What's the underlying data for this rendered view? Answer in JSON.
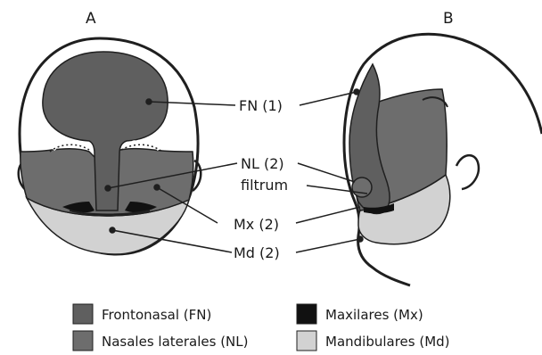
{
  "panels": {
    "a": "A",
    "b": "B"
  },
  "labels": {
    "fn": "FN (1)",
    "nl": "NL (2)",
    "filtrum": "filtrum",
    "mx": "Mx (2)",
    "md": "Md (2)"
  },
  "legend": {
    "fn": "Frontonasal (FN)",
    "nl": "Nasales laterales (NL)",
    "mx": "Maxilares (Mx)",
    "md": "Mandibulares (Md)"
  },
  "colors": {
    "frontonasal": "#5f5f5f",
    "nasales_laterales": "#6d6d6d",
    "maxilares": "#111111",
    "mandibulares": "#d2d2d2",
    "outline": "#1f1f1f"
  }
}
